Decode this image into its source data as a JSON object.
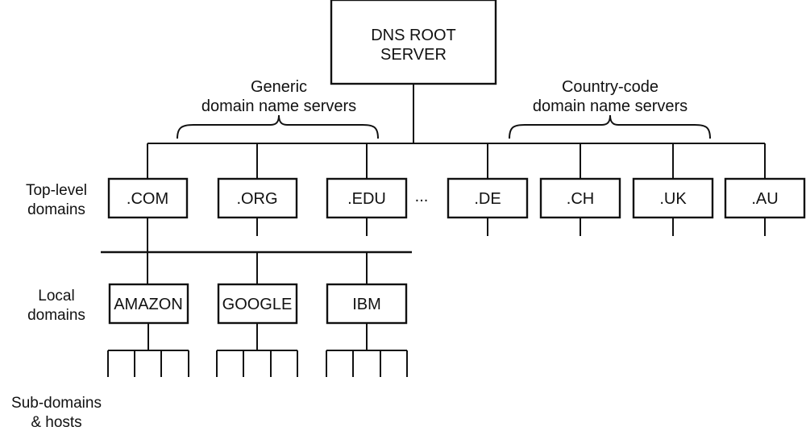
{
  "diagram": {
    "root": {
      "line1": "DNS ROOT",
      "line2": "SERVER"
    },
    "groups": {
      "generic": {
        "line1": "Generic",
        "line2": "domain name servers"
      },
      "country": {
        "line1": "Country-code",
        "line2": "domain name servers"
      }
    },
    "top_level_domains": [
      ".COM",
      ".ORG",
      ".EDU",
      ".DE",
      ".CH",
      ".UK",
      ".AU"
    ],
    "ellipsis": "...",
    "local_domains": [
      "AMAZON",
      "GOOGLE",
      "IBM"
    ],
    "row_labels": {
      "top_level": {
        "line1": "Top-level",
        "line2": "domains"
      },
      "local": {
        "line1": "Local",
        "line2": "domains"
      },
      "sub": {
        "line1": "Sub-domains",
        "line2": "& hosts"
      }
    }
  }
}
